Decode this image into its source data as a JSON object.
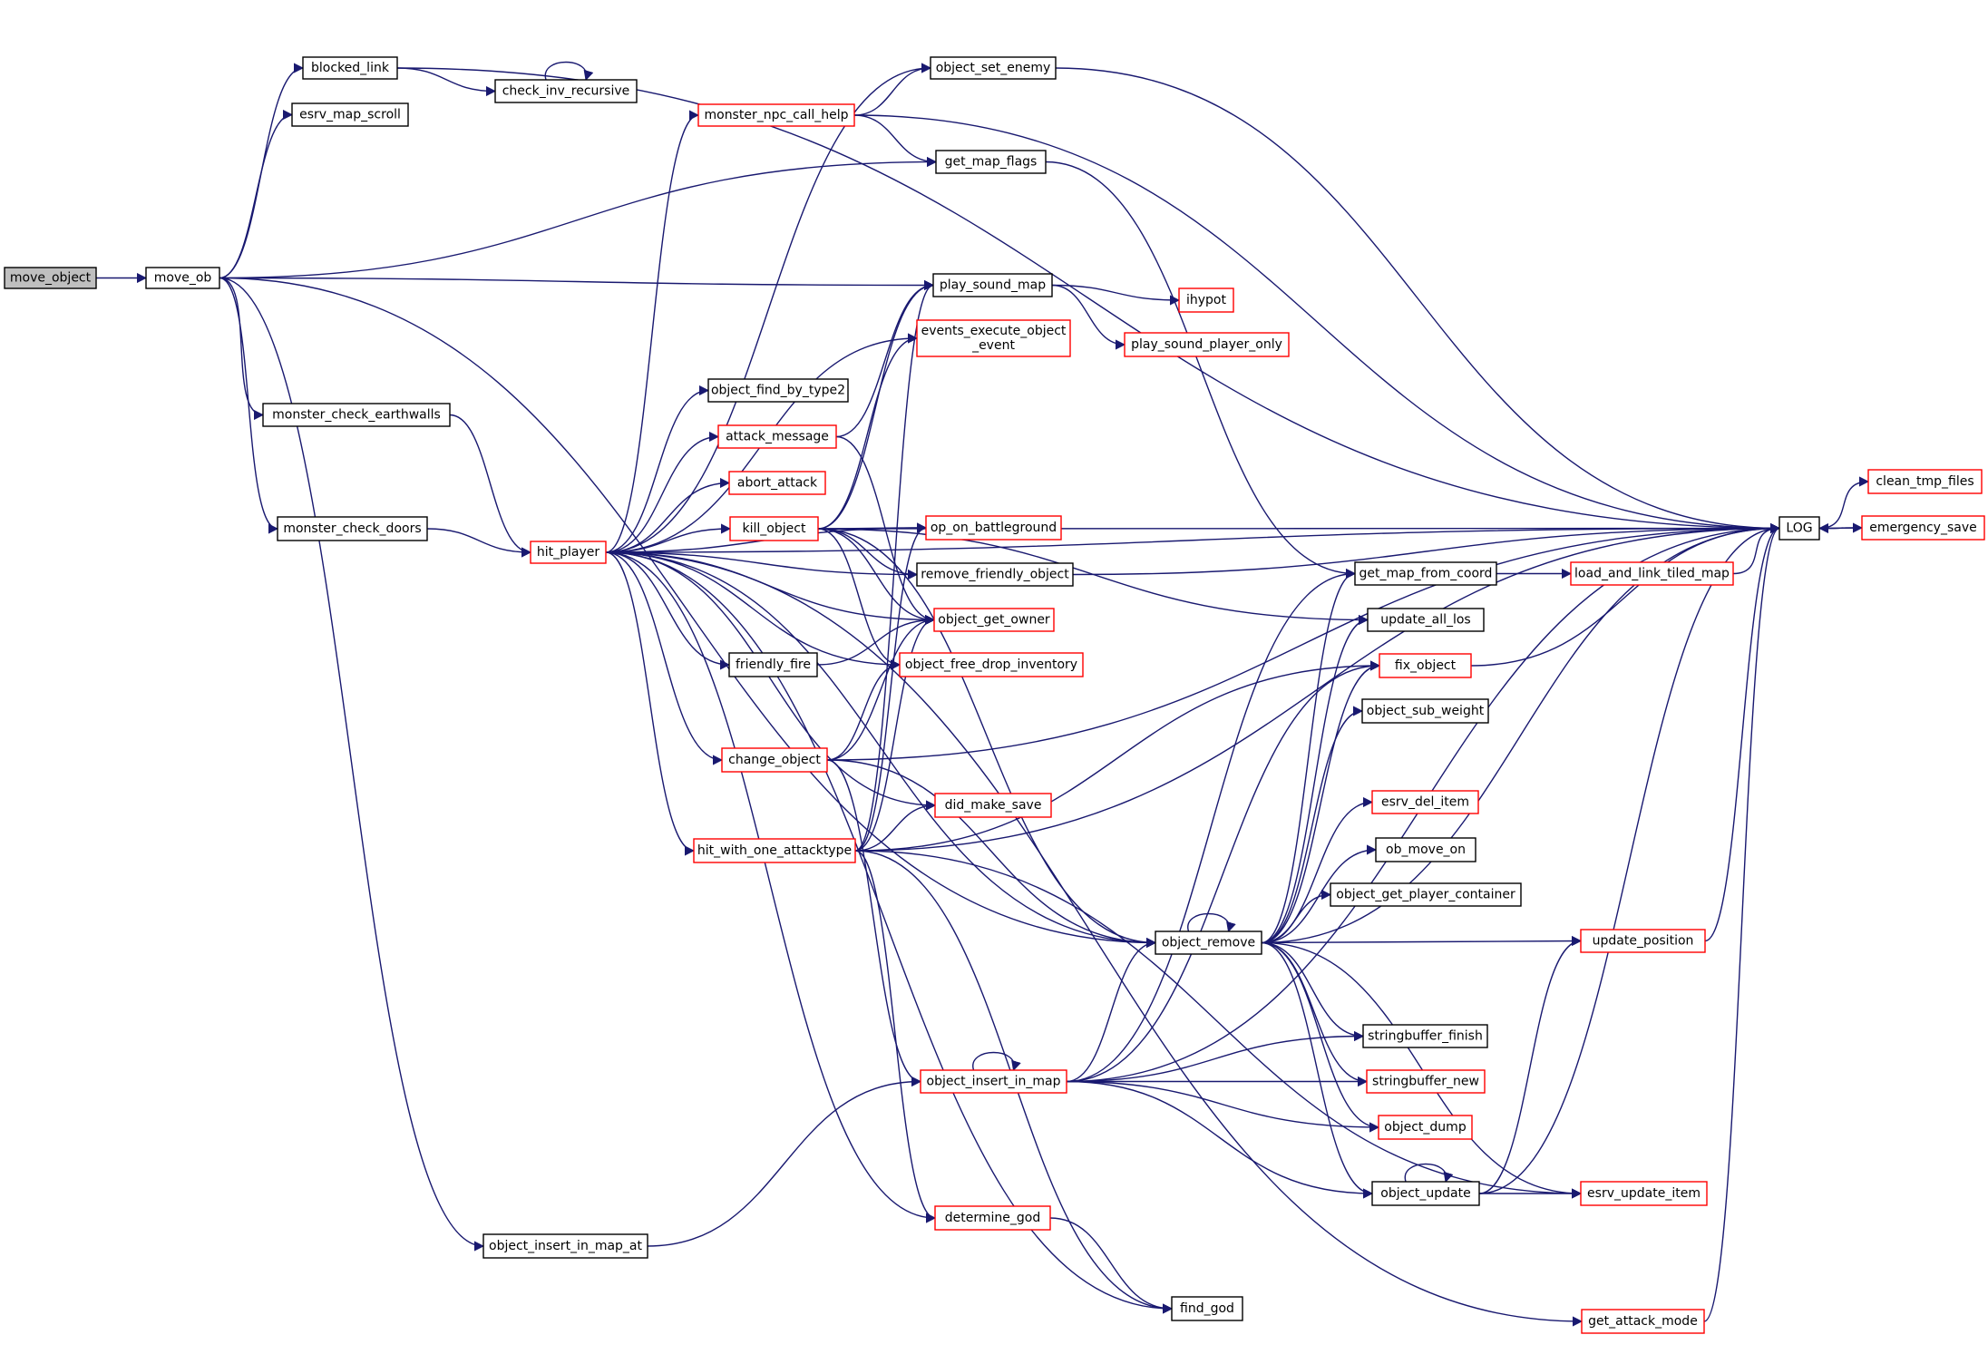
{
  "colors": {
    "edge": "#191970",
    "border_default": "#000000",
    "border_truncated": "#ff0000",
    "root_fill": "#bfbfbf",
    "background": "#ffffff"
  },
  "nodes": [
    {
      "id": "move_object",
      "label": "move_object",
      "style": "root"
    },
    {
      "id": "move_ob",
      "label": "move_ob",
      "style": "normal"
    },
    {
      "id": "blocked_link",
      "label": "blocked_link",
      "style": "normal"
    },
    {
      "id": "check_inv_recursive",
      "label": "check_inv_recursive",
      "style": "normal"
    },
    {
      "id": "esrv_map_scroll",
      "label": "esrv_map_scroll",
      "style": "normal"
    },
    {
      "id": "monster_check_earthwalls",
      "label": "monster_check_earthwalls",
      "style": "normal"
    },
    {
      "id": "monster_check_doors",
      "label": "monster_check_doors",
      "style": "normal"
    },
    {
      "id": "hit_player",
      "label": "hit_player",
      "style": "red"
    },
    {
      "id": "object_insert_in_map_at",
      "label": "object_insert_in_map_at",
      "style": "normal"
    },
    {
      "id": "object_set_enemy",
      "label": "object_set_enemy",
      "style": "normal"
    },
    {
      "id": "monster_npc_call_help",
      "label": "monster_npc_call_help",
      "style": "red"
    },
    {
      "id": "get_map_flags",
      "label": "get_map_flags",
      "style": "normal"
    },
    {
      "id": "play_sound_map",
      "label": "play_sound_map",
      "style": "normal"
    },
    {
      "id": "ihypot",
      "label": "ihypot",
      "style": "red"
    },
    {
      "id": "play_sound_player_only",
      "label": "play_sound_player_only",
      "style": "red"
    },
    {
      "id": "events_execute_object_event",
      "label": "events_execute_object\n_event",
      "style": "red"
    },
    {
      "id": "object_find_by_type2",
      "label": "object_find_by_type2",
      "style": "normal"
    },
    {
      "id": "attack_message",
      "label": "attack_message",
      "style": "red"
    },
    {
      "id": "abort_attack",
      "label": "abort_attack",
      "style": "red"
    },
    {
      "id": "kill_object",
      "label": "kill_object",
      "style": "red"
    },
    {
      "id": "op_on_battleground",
      "label": "op_on_battleground",
      "style": "red"
    },
    {
      "id": "remove_friendly_object",
      "label": "remove_friendly_object",
      "style": "normal"
    },
    {
      "id": "object_get_owner",
      "label": "object_get_owner",
      "style": "red"
    },
    {
      "id": "friendly_fire",
      "label": "friendly_fire",
      "style": "normal"
    },
    {
      "id": "object_free_drop_inventory",
      "label": "object_free_drop_inventory",
      "style": "red"
    },
    {
      "id": "change_object",
      "label": "change_object",
      "style": "red"
    },
    {
      "id": "did_make_save",
      "label": "did_make_save",
      "style": "red"
    },
    {
      "id": "hit_with_one_attacktype",
      "label": "hit_with_one_attacktype",
      "style": "red"
    },
    {
      "id": "object_remove",
      "label": "object_remove",
      "style": "normal"
    },
    {
      "id": "object_insert_in_map",
      "label": "object_insert_in_map",
      "style": "red"
    },
    {
      "id": "determine_god",
      "label": "determine_god",
      "style": "red"
    },
    {
      "id": "find_god",
      "label": "find_god",
      "style": "normal"
    },
    {
      "id": "get_map_from_coord",
      "label": "get_map_from_coord",
      "style": "normal"
    },
    {
      "id": "load_and_link_tiled_map",
      "label": "load_and_link_tiled_map",
      "style": "red"
    },
    {
      "id": "update_all_los",
      "label": "update_all_los",
      "style": "normal"
    },
    {
      "id": "fix_object",
      "label": "fix_object",
      "style": "red"
    },
    {
      "id": "object_sub_weight",
      "label": "object_sub_weight",
      "style": "normal"
    },
    {
      "id": "esrv_del_item",
      "label": "esrv_del_item",
      "style": "red"
    },
    {
      "id": "ob_move_on",
      "label": "ob_move_on",
      "style": "normal"
    },
    {
      "id": "object_get_player_container",
      "label": "object_get_player_container",
      "style": "normal"
    },
    {
      "id": "update_position",
      "label": "update_position",
      "style": "red"
    },
    {
      "id": "stringbuffer_finish",
      "label": "stringbuffer_finish",
      "style": "normal"
    },
    {
      "id": "stringbuffer_new",
      "label": "stringbuffer_new",
      "style": "red"
    },
    {
      "id": "object_dump",
      "label": "object_dump",
      "style": "red"
    },
    {
      "id": "object_update",
      "label": "object_update",
      "style": "normal"
    },
    {
      "id": "esrv_update_item",
      "label": "esrv_update_item",
      "style": "red"
    },
    {
      "id": "get_attack_mode",
      "label": "get_attack_mode",
      "style": "red"
    },
    {
      "id": "LOG",
      "label": "LOG",
      "style": "normal"
    },
    {
      "id": "clean_tmp_files",
      "label": "clean_tmp_files",
      "style": "red"
    },
    {
      "id": "emergency_save",
      "label": "emergency_save",
      "style": "red"
    }
  ],
  "edges": [
    [
      "move_object",
      "move_ob"
    ],
    [
      "move_ob",
      "blocked_link"
    ],
    [
      "move_ob",
      "esrv_map_scroll"
    ],
    [
      "move_ob",
      "get_map_flags"
    ],
    [
      "move_ob",
      "play_sound_map"
    ],
    [
      "move_ob",
      "monster_check_earthwalls"
    ],
    [
      "move_ob",
      "monster_check_doors"
    ],
    [
      "move_ob",
      "object_remove"
    ],
    [
      "move_ob",
      "object_insert_in_map_at"
    ],
    [
      "blocked_link",
      "check_inv_recursive"
    ],
    [
      "blocked_link",
      "LOG"
    ],
    [
      "check_inv_recursive",
      "check_inv_recursive"
    ],
    [
      "monster_check_earthwalls",
      "hit_player"
    ],
    [
      "monster_check_doors",
      "hit_player"
    ],
    [
      "object_insert_in_map_at",
      "object_insert_in_map"
    ],
    [
      "hit_player",
      "object_set_enemy"
    ],
    [
      "hit_player",
      "monster_npc_call_help"
    ],
    [
      "hit_player",
      "LOG"
    ],
    [
      "hit_player",
      "events_execute_object_event"
    ],
    [
      "hit_player",
      "op_on_battleground"
    ],
    [
      "hit_player",
      "object_find_by_type2"
    ],
    [
      "hit_player",
      "attack_message"
    ],
    [
      "hit_player",
      "abort_attack"
    ],
    [
      "hit_player",
      "kill_object"
    ],
    [
      "hit_player",
      "remove_friendly_object"
    ],
    [
      "hit_player",
      "object_get_owner"
    ],
    [
      "hit_player",
      "friendly_fire"
    ],
    [
      "hit_player",
      "object_free_drop_inventory"
    ],
    [
      "hit_player",
      "change_object"
    ],
    [
      "hit_player",
      "did_make_save"
    ],
    [
      "hit_player",
      "hit_with_one_attacktype"
    ],
    [
      "hit_player",
      "object_remove"
    ],
    [
      "hit_player",
      "determine_god"
    ],
    [
      "hit_player",
      "find_god"
    ],
    [
      "hit_player",
      "get_attack_mode"
    ],
    [
      "monster_npc_call_help",
      "object_set_enemy"
    ],
    [
      "monster_npc_call_help",
      "get_map_flags"
    ],
    [
      "monster_npc_call_help",
      "LOG"
    ],
    [
      "object_set_enemy",
      "LOG"
    ],
    [
      "get_map_flags",
      "get_map_from_coord"
    ],
    [
      "play_sound_map",
      "ihypot"
    ],
    [
      "play_sound_map",
      "play_sound_player_only"
    ],
    [
      "attack_message",
      "play_sound_map"
    ],
    [
      "attack_message",
      "object_get_owner"
    ],
    [
      "kill_object",
      "play_sound_map"
    ],
    [
      "kill_object",
      "events_execute_object_event"
    ],
    [
      "kill_object",
      "LOG"
    ],
    [
      "kill_object",
      "op_on_battleground"
    ],
    [
      "kill_object",
      "remove_friendly_object"
    ],
    [
      "kill_object",
      "object_get_owner"
    ],
    [
      "kill_object",
      "object_free_drop_inventory"
    ],
    [
      "kill_object",
      "object_remove"
    ],
    [
      "kill_object",
      "update_all_los"
    ],
    [
      "remove_friendly_object",
      "LOG"
    ],
    [
      "friendly_fire",
      "object_get_owner"
    ],
    [
      "change_object",
      "object_get_owner"
    ],
    [
      "change_object",
      "object_free_drop_inventory"
    ],
    [
      "change_object",
      "LOG"
    ],
    [
      "change_object",
      "object_remove"
    ],
    [
      "change_object",
      "object_insert_in_map"
    ],
    [
      "hit_with_one_attacktype",
      "did_make_save"
    ],
    [
      "hit_with_one_attacktype",
      "op_on_battleground"
    ],
    [
      "hit_with_one_attacktype",
      "object_get_owner"
    ],
    [
      "hit_with_one_attacktype",
      "play_sound_map"
    ],
    [
      "hit_with_one_attacktype",
      "LOG"
    ],
    [
      "hit_with_one_attacktype",
      "fix_object"
    ],
    [
      "hit_with_one_attacktype",
      "determine_god"
    ],
    [
      "hit_with_one_attacktype",
      "find_god"
    ],
    [
      "hit_with_one_attacktype",
      "esrv_update_item"
    ],
    [
      "determine_god",
      "find_god"
    ],
    [
      "object_insert_in_map",
      "object_insert_in_map"
    ],
    [
      "object_insert_in_map",
      "object_remove"
    ],
    [
      "object_insert_in_map",
      "get_map_from_coord"
    ],
    [
      "object_insert_in_map",
      "fix_object"
    ],
    [
      "object_insert_in_map",
      "stringbuffer_finish"
    ],
    [
      "object_insert_in_map",
      "stringbuffer_new"
    ],
    [
      "object_insert_in_map",
      "object_dump"
    ],
    [
      "object_insert_in_map",
      "object_update"
    ],
    [
      "object_insert_in_map",
      "LOG"
    ],
    [
      "object_remove",
      "object_remove"
    ],
    [
      "object_remove",
      "get_map_from_coord"
    ],
    [
      "object_remove",
      "update_all_los"
    ],
    [
      "object_remove",
      "fix_object"
    ],
    [
      "object_remove",
      "object_sub_weight"
    ],
    [
      "object_remove",
      "esrv_del_item"
    ],
    [
      "object_remove",
      "ob_move_on"
    ],
    [
      "object_remove",
      "object_get_player_container"
    ],
    [
      "object_remove",
      "update_position"
    ],
    [
      "object_remove",
      "stringbuffer_finish"
    ],
    [
      "object_remove",
      "stringbuffer_new"
    ],
    [
      "object_remove",
      "object_dump"
    ],
    [
      "object_remove",
      "object_update"
    ],
    [
      "object_remove",
      "esrv_update_item"
    ],
    [
      "object_remove",
      "LOG"
    ],
    [
      "object_update",
      "object_update"
    ],
    [
      "object_update",
      "update_position"
    ],
    [
      "object_update",
      "esrv_update_item"
    ],
    [
      "object_update",
      "LOG"
    ],
    [
      "get_map_from_coord",
      "load_and_link_tiled_map"
    ],
    [
      "load_and_link_tiled_map",
      "LOG"
    ],
    [
      "fix_object",
      "LOG"
    ],
    [
      "update_position",
      "LOG"
    ],
    [
      "get_attack_mode",
      "LOG"
    ],
    [
      "LOG",
      "clean_tmp_files"
    ],
    [
      "LOG",
      "emergency_save"
    ],
    [
      "emergency_save",
      "LOG"
    ]
  ]
}
